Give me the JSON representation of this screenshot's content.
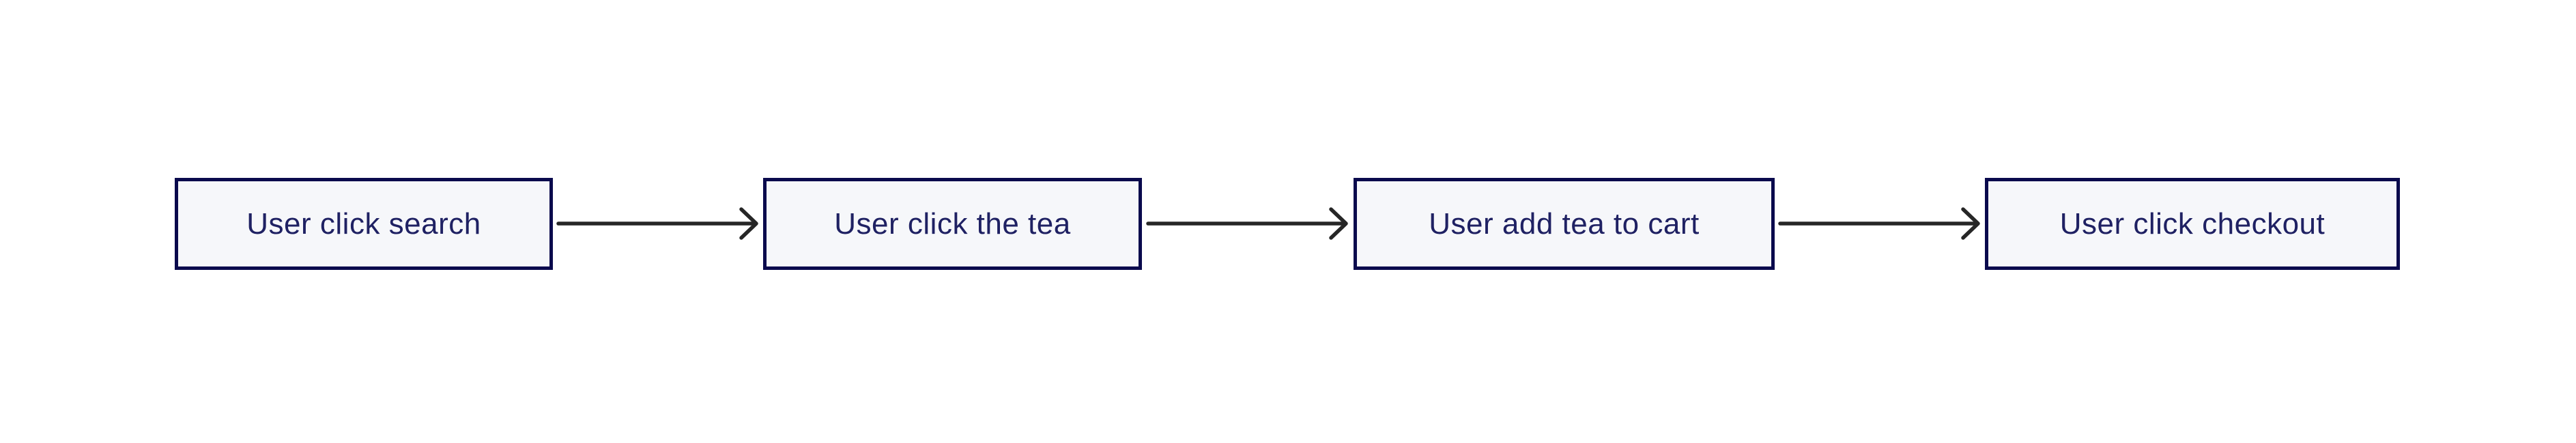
{
  "diagram": {
    "type": "flowchart",
    "direction": "left-to-right",
    "nodes": [
      {
        "label": "User click search"
      },
      {
        "label": "User click the tea"
      },
      {
        "label": "User add tea to cart"
      },
      {
        "label": "User click checkout"
      }
    ],
    "edges": [
      {
        "from": 0,
        "to": 1,
        "style": "arrow-right"
      },
      {
        "from": 1,
        "to": 2,
        "style": "arrow-right"
      },
      {
        "from": 2,
        "to": 3,
        "style": "arrow-right"
      }
    ],
    "colors": {
      "background": "#ffffff",
      "node_fill": "#f6f7fa",
      "node_border": "#0a0a4d",
      "node_text": "#1f2163",
      "arrow": "#262626"
    }
  }
}
